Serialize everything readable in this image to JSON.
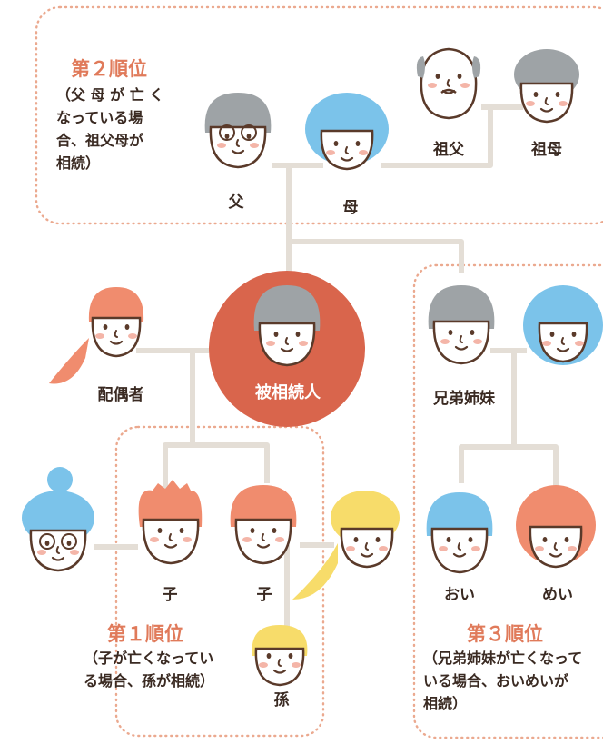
{
  "colors": {
    "accent": "#e07a5a",
    "deceased_circle": "#d9654c",
    "connector": "#e4ded6",
    "dotted_border": "#eba98f",
    "outline": "#5a3a2a"
  },
  "groups": {
    "rank2": {
      "title": "第２順位",
      "note_lines": [
        "（父 母 が 亡 く",
        "なっている場",
        "合、祖父母が",
        "相続）"
      ]
    },
    "rank1": {
      "title": "第１順位",
      "note_lines": [
        "（子が亡くなってい",
        "る場合、孫が相続）"
      ]
    },
    "rank3": {
      "title": "第３順位",
      "note_lines": [
        "（兄弟姉妹が亡くなって",
        "いる場合、おいめいが",
        "相続）"
      ]
    }
  },
  "people": {
    "grandfather": "祖父",
    "grandmother": "祖母",
    "father": "父",
    "mother": "母",
    "deceased": "被相続人",
    "spouse": "配偶者",
    "siblings": "兄弟姉妹",
    "child_1": "子",
    "child_2": "子",
    "grandchild": "孫",
    "nephew": "おい",
    "niece": "めい"
  }
}
